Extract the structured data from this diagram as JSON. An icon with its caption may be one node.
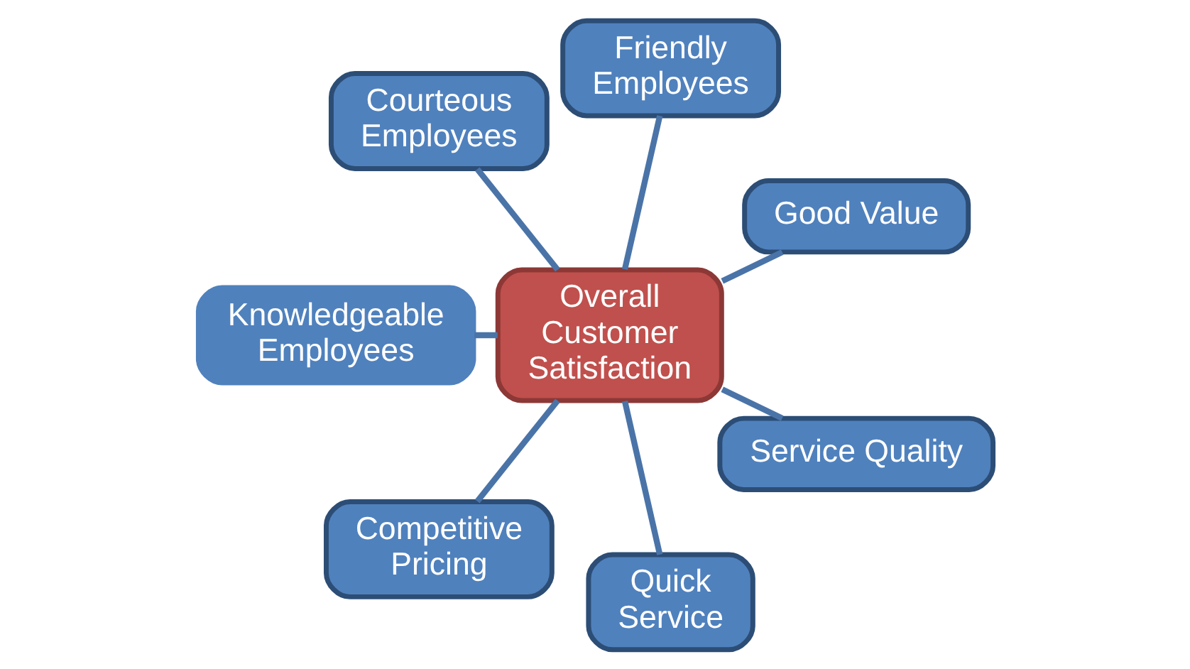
{
  "diagram": {
    "nodes": [
      {
        "text": [
          "Good Value"
        ]
      },
      {
        "text": [
          "Friendly Employees"
        ]
      },
      {
        "text": [
          "Courteous Employees"
        ]
      },
      {
        "text": [
          "Overall Customer Satisfaction"
        ]
      },
      {
        "text": [
          "Knowledgeable Employees"
        ]
      },
      {
        "text": [
          "Competitive Pricing"
        ]
      },
      {
        "text": [
          "Quick Service"
        ]
      },
      {
        "text": [
          "Service Quality"
        ]
      }
    ],
    "edges": [
      {
        "from": 3,
        "to": 0,
        "arrow": "none"
      },
      {
        "from": 3,
        "to": 2,
        "arrow": "none"
      },
      {
        "from": 3,
        "to": 5,
        "arrow": "none"
      },
      {
        "from": 3,
        "to": 7,
        "arrow": "none"
      },
      {
        "from": 3,
        "to": 6,
        "arrow": "none"
      },
      {
        "from": 3,
        "to": 4,
        "arrow": "none"
      },
      {
        "from": 3,
        "to": 1,
        "arrow": "none"
      }
    ]
  }
}
